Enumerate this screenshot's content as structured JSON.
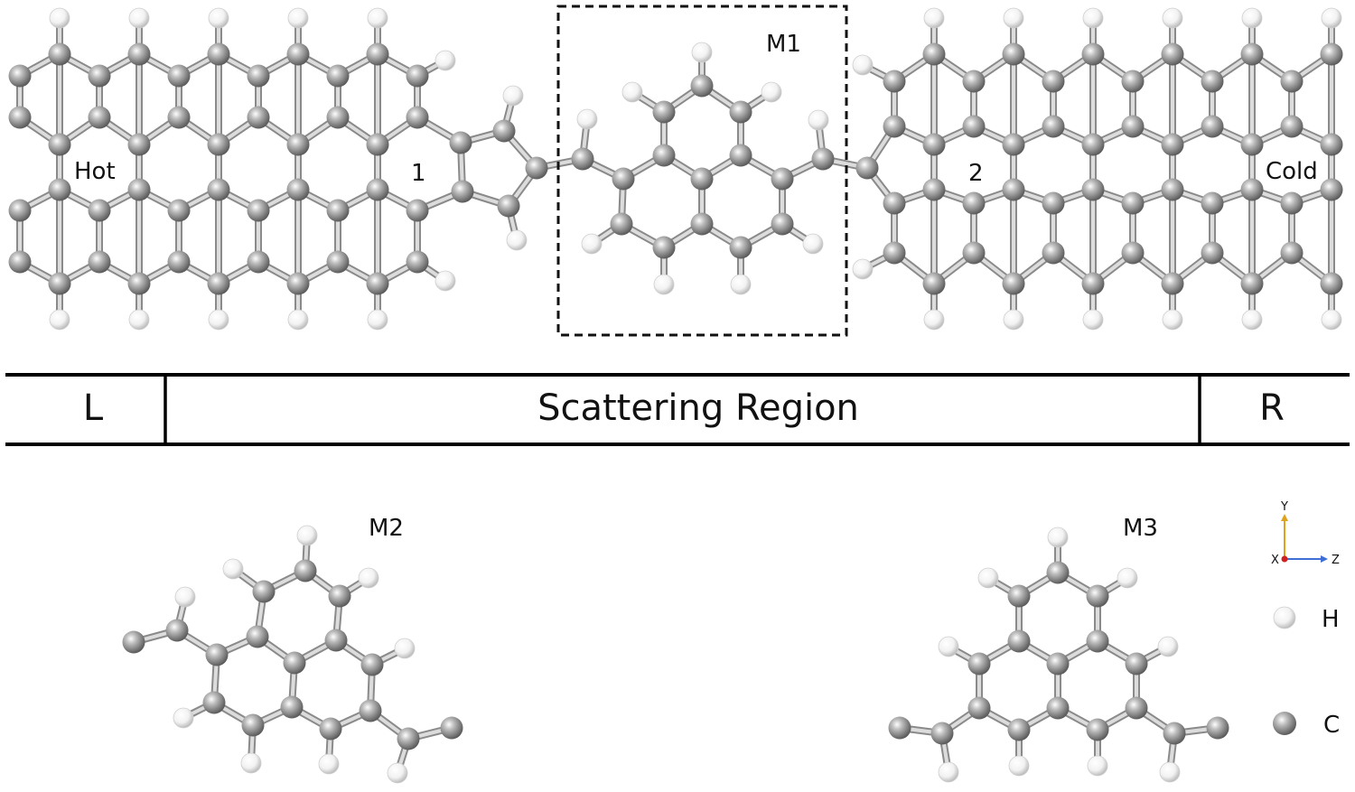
{
  "labels": {
    "hot": "Hot",
    "cold": "Cold",
    "marker1": "1",
    "marker2": "2",
    "m1": "M1",
    "m2": "M2",
    "m3": "M3"
  },
  "bar": {
    "left": "L",
    "middle": "Scattering Region",
    "right": "R"
  },
  "axes": {
    "y": "Y",
    "x": "X",
    "z": "Z"
  },
  "legend": {
    "h": "H",
    "c": "C"
  },
  "colors": {
    "carbon": "#8f8f8f",
    "hydrogen": "#f4f4f4",
    "bond": "#b0b0b0",
    "axis_y": "#e0a21c",
    "axis_z": "#3f6fd6",
    "axis_x": "#d02020"
  }
}
